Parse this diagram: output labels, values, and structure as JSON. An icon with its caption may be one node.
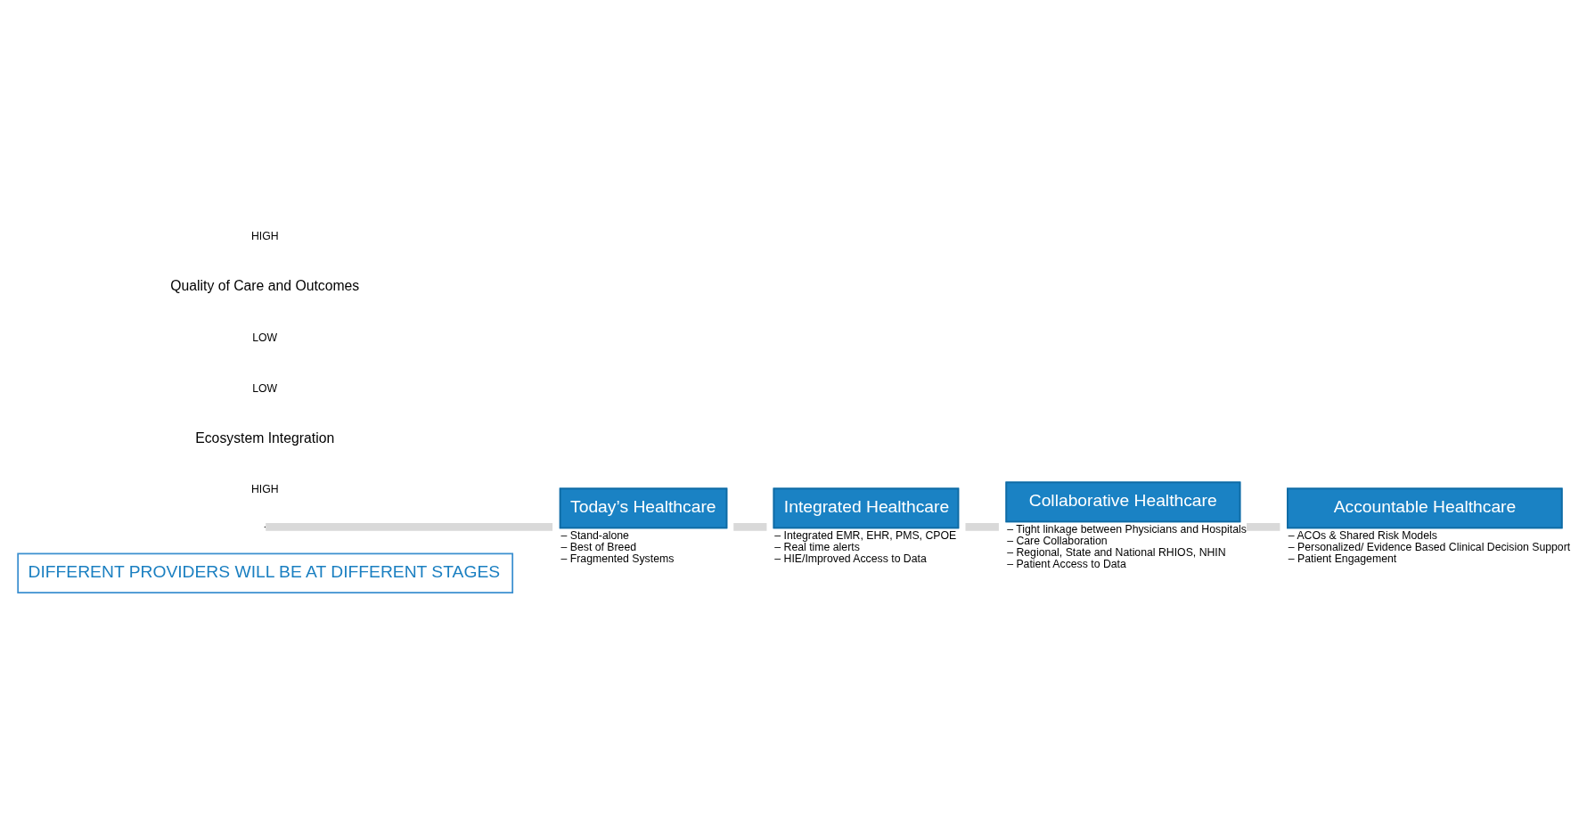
{
  "diagram": {
    "nodes": [
      {
        "text": [
          "DIFFERENT PROVIDERS WILL BE AT DIFFERENT STAGES"
        ]
      },
      {
        "text": [
          "Today’s Healthcare"
        ],
        "beside": [
          "– Stand-alone",
          "– Best of Breed",
          "– Fragmented Systems"
        ]
      },
      {
        "text": [
          "Integrated Healthcare"
        ],
        "beside": [
          "– Integrated EMR, EHR, PMS, CPOE",
          "– Real time alerts",
          "– HIE/Improved Access to Data"
        ]
      },
      {
        "text": [
          "Collaborative Healthcare"
        ],
        "beside": [
          "– Tight linkage between Physicians and Hospitals",
          "– Care Collaboration",
          "– Regional, State and National RHIOS, NHIN",
          "– Patient Access to Data"
        ]
      },
      {
        "text": [
          "Accountable Healthcare"
        ],
        "beside": [
          "– ACOs & Shared Risk Models",
          "– Personalized/ Evidence Based Clinical Decision Support",
          "– Patient Engagement"
        ]
      }
    ],
    "edges": [
      {
        "from": null,
        "to": 1,
        "arrow": "none"
      },
      {
        "from": 1,
        "to": 2,
        "arrow": "none"
      },
      {
        "from": 2,
        "to": 3,
        "arrow": "none"
      },
      {
        "from": 3,
        "to": 4,
        "arrow": "none"
      }
    ],
    "labels": [
      "HIGH",
      "Ecosystem Integration",
      "LOW",
      "LOW",
      "Quality of Care and Outcomes",
      "HIGH"
    ]
  }
}
